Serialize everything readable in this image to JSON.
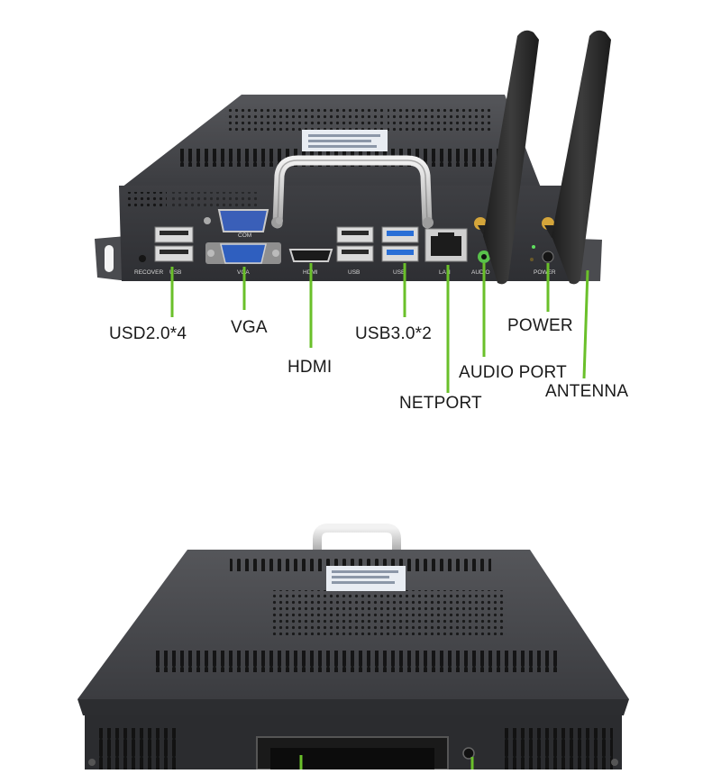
{
  "callouts": {
    "usb20": "USD2.0*4",
    "vga": "VGA",
    "usb30": "USB3.0*2",
    "power": "POWER",
    "hdmi": "HDMI",
    "audio": "AUDIO PORT",
    "antenna": "ANTENNA",
    "netport": "NETPORT"
  },
  "port_labels": {
    "recover": "RECOVER",
    "usb_left": "USB",
    "com": "COM",
    "vga": "VGA",
    "hdmi": "HDMI",
    "usb_mid": "USB",
    "usb3": "USB",
    "lan": "LAN",
    "audio": "AUDIO",
    "power": "POWER"
  },
  "colors": {
    "callout_line": "#6ac02a",
    "chassis": "#3a3a3c",
    "antenna": "#2a2a2a",
    "usb3_blue": "#2a6fd6",
    "vga_blue": "#2f5fbf"
  }
}
